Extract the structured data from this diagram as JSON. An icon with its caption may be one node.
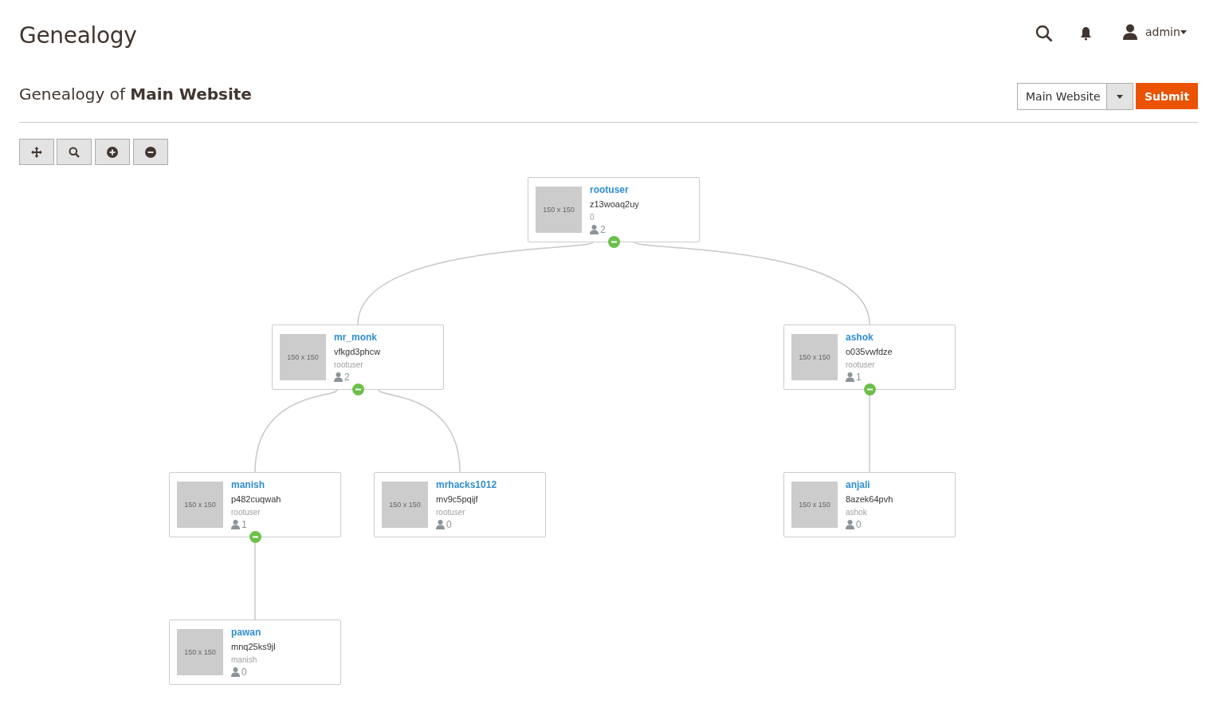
{
  "diagram": {
    "title": "Genealogy",
    "nodes": [
      {
        "text": [
          "150 x 150",
          "rootuser",
          "z13woaq2uy",
          "0",
          "2"
        ]
      },
      {
        "text": [
          "150 x 150",
          "mr_monk",
          "vfkgd3phcw",
          "rootuser",
          "2"
        ]
      },
      {
        "text": [
          "150 x 150",
          "ashok",
          "o035vwfdze",
          "rootuser",
          "1"
        ]
      },
      {
        "text": [
          "150 x 150",
          "manish",
          "p482cuqwah",
          "rootuser",
          "1"
        ]
      },
      {
        "text": [
          "150 x 150",
          "mrhacks1012",
          "mv9c5pqijf",
          "rootuser",
          "0"
        ]
      },
      {
        "text": [
          "150 x 150",
          "anjali",
          "8azek64pvh",
          "ashok",
          "0"
        ]
      },
      {
        "text": [
          "150 x 150",
          "pawan",
          "mnq25ks9jl",
          "manish",
          "0"
        ]
      }
    ],
    "edges": [
      {
        "from": 0,
        "to": 1,
        "arrow": "none"
      },
      {
        "from": 0,
        "to": 2,
        "arrow": "none"
      },
      {
        "from": 1,
        "to": 3,
        "arrow": "none"
      },
      {
        "from": 1,
        "to": 4,
        "arrow": "none"
      },
      {
        "from": 2,
        "to": 5,
        "arrow": "none"
      },
      {
        "from": 3,
        "to": 6,
        "arrow": "none"
      }
    ],
    "labels": [
      "admin",
      "Genealogy of **Main Website**",
      "Main Website",
      "Submit"
    ]
  }
}
